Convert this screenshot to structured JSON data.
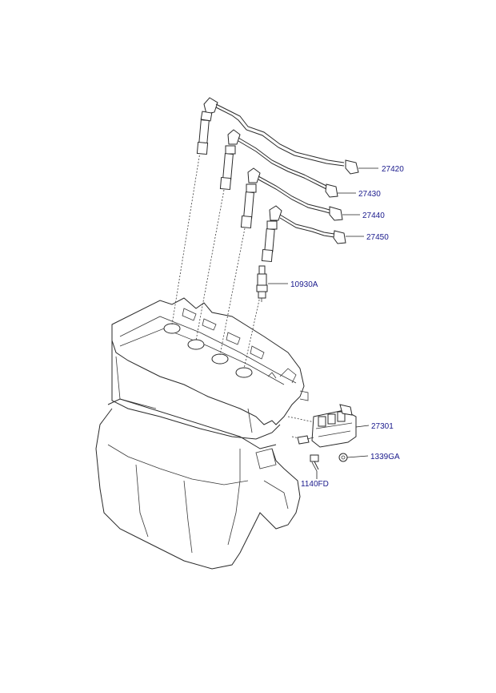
{
  "labels": {
    "wire1": "27420",
    "wire2": "27430",
    "wire3": "27440",
    "wire4": "27450",
    "spark_plug": "10930A",
    "ignition_coil": "27301",
    "nut": "1339GA",
    "bolt": "1140FD"
  },
  "colors": {
    "label_text": "#1a1a8c",
    "line": "#2a2a2a",
    "background": "#ffffff"
  }
}
